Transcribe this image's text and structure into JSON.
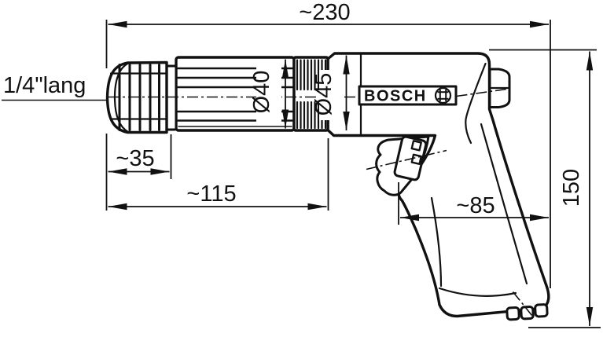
{
  "drawing": {
    "shank_label": "1/4\"lang",
    "brand": "BOSCH",
    "dims": {
      "overall_length": "~230",
      "chuck_length": "~35",
      "front_length": "~115",
      "grip_depth": "~85",
      "height": "150",
      "barrel_dia": "Ø40",
      "housing_dia": "Ø45"
    },
    "icons": {
      "logo": "bosch-armature-icon"
    },
    "colors": {
      "line": "#111111",
      "background": "#ffffff"
    }
  }
}
